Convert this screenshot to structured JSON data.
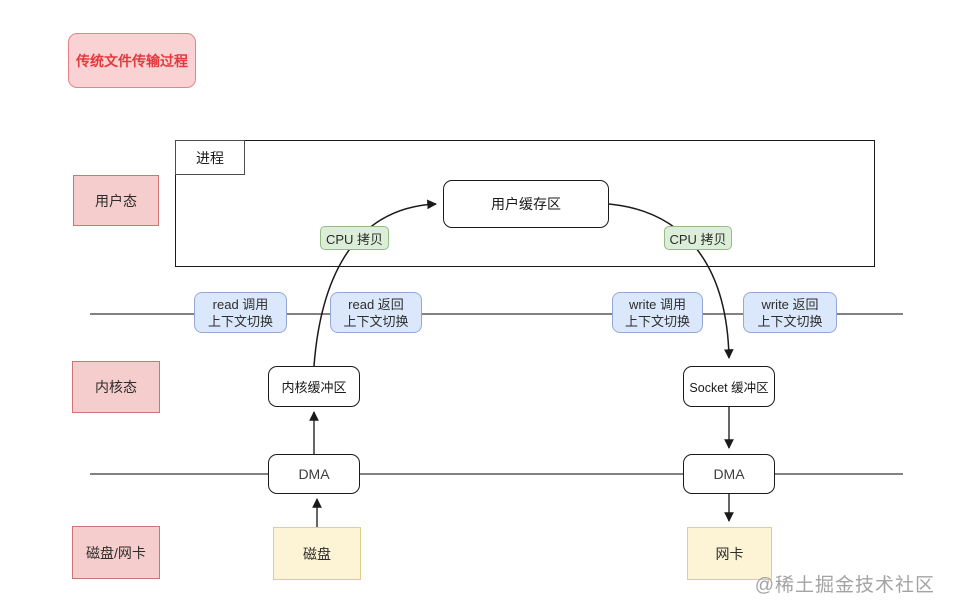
{
  "diagram": {
    "title": "传统文件传输过程",
    "layers": [
      {
        "id": "user-mode",
        "label": "用户态"
      },
      {
        "id": "kernel-mode",
        "label": "内核态"
      },
      {
        "id": "device",
        "label": "磁盘/网卡"
      }
    ],
    "process_container": {
      "tab_label": "进程"
    },
    "nodes": {
      "user_buffer": {
        "label": "用户缓存区"
      },
      "kernel_buffer": {
        "label": "内核缓冲区"
      },
      "socket_buffer": {
        "label": "Socket 缓冲区"
      },
      "dma_left": {
        "label": "DMA"
      },
      "dma_right": {
        "label": "DMA"
      },
      "disk": {
        "label": "磁盘"
      },
      "nic": {
        "label": "网卡"
      }
    },
    "copy_labels": {
      "cpu_copy_left": "CPU 拷贝",
      "cpu_copy_right": "CPU 拷贝"
    },
    "switch_labels": [
      {
        "line1": "read 调用",
        "line2": "上下文切换"
      },
      {
        "line1": "read 返回",
        "line2": "上下文切换"
      },
      {
        "line1": "write 调用",
        "line2": "上下文切换"
      },
      {
        "line1": "write 返回",
        "line2": "上下文切换"
      }
    ],
    "watermark": "@稀土掘金技术社区",
    "colors": {
      "title_fill": "#fad2d4",
      "title_stroke": "#e8828a",
      "title_text": "#e23a3f",
      "layer_fill": "#f6cdcd",
      "layer_stroke": "#cc7572",
      "green_fill": "#dcedd8",
      "green_stroke": "#94bd85",
      "blue_fill": "#dbe8fb",
      "blue_stroke": "#94a8d6",
      "yellow_fill": "#fdf3d5",
      "yellow_stroke": "#e0cd8f",
      "node_stroke": "#1a1a1a",
      "line_gray": "#595959"
    }
  }
}
